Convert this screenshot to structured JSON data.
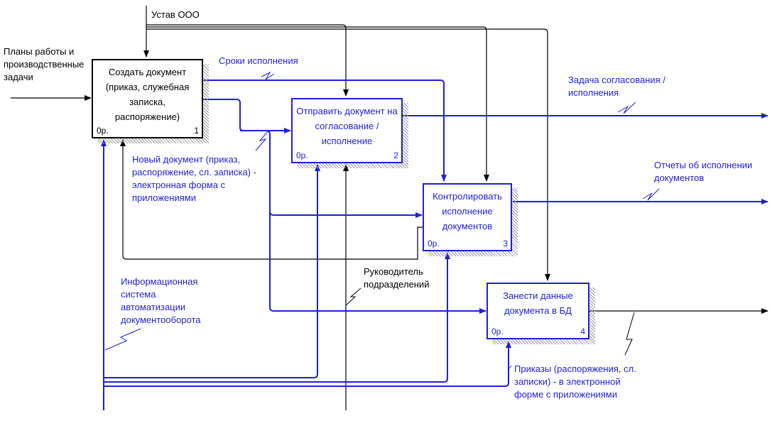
{
  "colors": {
    "mechanism_blue": "#1f1fd6",
    "control_black": "#000000",
    "shadow": "#9a9a9a"
  },
  "activities": [
    {
      "title": "Создать документ (приказ, служебная записка, распоряжение)",
      "number": "1",
      "cost": "0р."
    },
    {
      "title": "Отправить документ на согласование / исполнение",
      "number": "2",
      "cost": "0р."
    },
    {
      "title": "Контролировать исполнение документов",
      "number": "3",
      "cost": "0р."
    },
    {
      "title": "Занести данные документа в БД",
      "number": "4",
      "cost": "0р."
    }
  ],
  "labels": {
    "ustav": "Устав ООО",
    "plans": "Планы работы и производственные задачи",
    "sroki": "Сроки исполнения",
    "zadacha": "Задача согласования / исполнения",
    "otchety": "Отчеты об исполнении документов",
    "new_doc": "Новый документ (приказ, распоряжение, сл. записка) - электронная форма с приложениями",
    "info_system": "Информационная система автоматизации документооборота",
    "rukovoditel": "Руководитель подразделений",
    "prikazy": "Приказы (распоряжения, сл. записки) - в электронной форме с приложениями"
  }
}
